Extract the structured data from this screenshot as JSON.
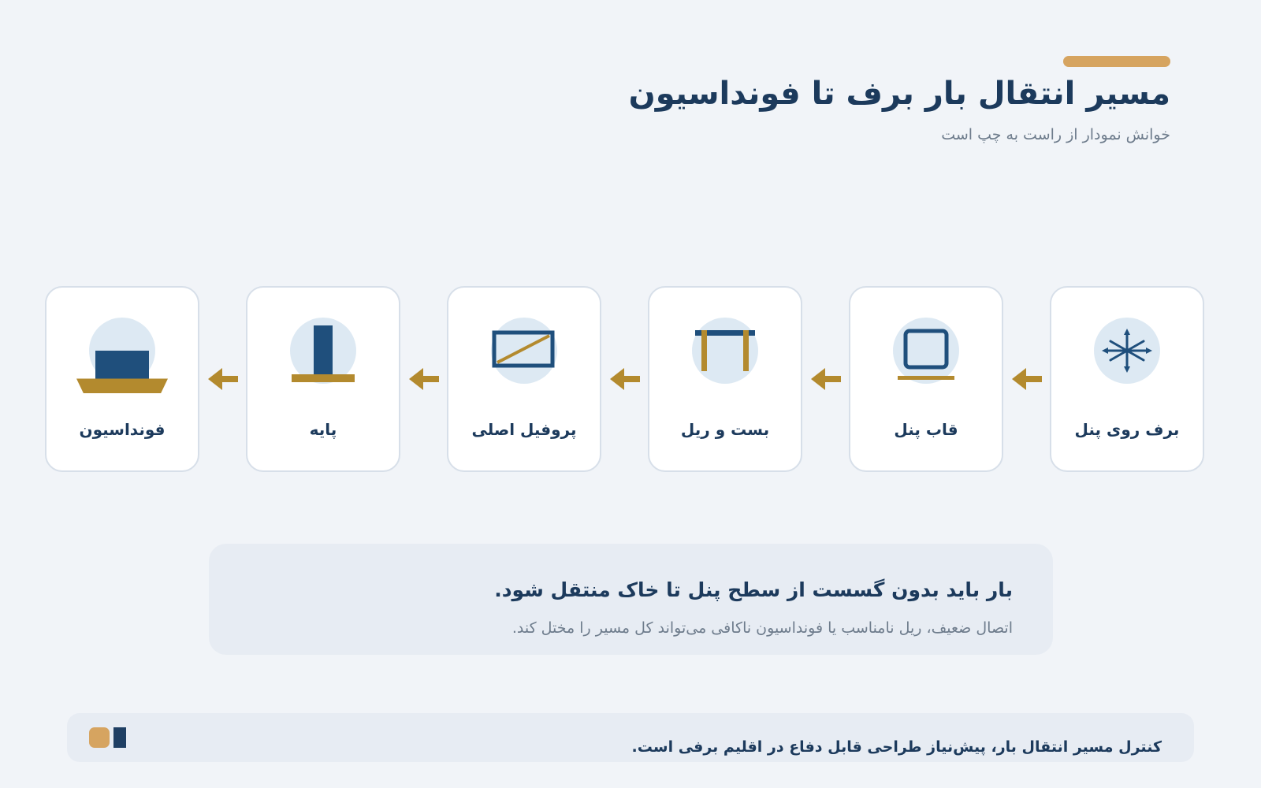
{
  "header": {
    "title": "مسیر انتقال بار برف تا فونداسیون",
    "subtitle": "خوانش نمودار از راست به چپ است"
  },
  "flow": {
    "steps": [
      {
        "label": "برف روی پنل",
        "icon": "snowflake-icon"
      },
      {
        "label": "قاب پنل",
        "icon": "panel-frame-icon"
      },
      {
        "label": "بست و ریل",
        "icon": "clamp-rail-icon"
      },
      {
        "label": "پروفیل اصلی",
        "icon": "main-profile-icon"
      },
      {
        "label": "پایه",
        "icon": "post-icon"
      },
      {
        "label": "فونداسیون",
        "icon": "foundation-icon"
      }
    ],
    "arrow_icon": "arrow-left-icon"
  },
  "note": {
    "heading": "بار باید بدون گسست از سطح پنل تا خاک منتقل شود.",
    "body": "اتصال ضعیف، ریل نامناسب یا فونداسیون ناکافی می‌تواند کل مسیر را مختل کند."
  },
  "footer": {
    "text": "کنترل مسیر انتقال بار، پیش‌نیاز طراحی قابل دفاع در اقلیم برفی است."
  },
  "colors": {
    "background": "#f1f4f8",
    "navy": "#1f4f7c",
    "gold": "#b38a2e",
    "accent": "#d6a460",
    "icon_bg": "#dde9f3",
    "text_dark": "#1c3a5c",
    "text_muted": "#6e7c8c"
  }
}
